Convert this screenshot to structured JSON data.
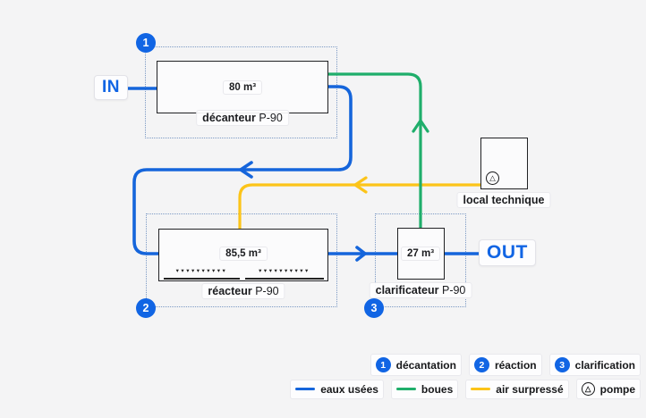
{
  "colors": {
    "water": "#1565db",
    "sludge": "#1fae6b",
    "air": "#fcc419",
    "badge": "#1165e4",
    "accent": "#1165e4",
    "zone_border": "#7b99c4"
  },
  "terminals": {
    "in": "IN",
    "out": "OUT"
  },
  "nodes": {
    "decanteur": {
      "volume": "80 m³",
      "name": "décanteur",
      "model": "P-90"
    },
    "reacteur": {
      "volume": "85,5 m³",
      "name": "réacteur",
      "model": "P-90",
      "diffusers": "▾▾▾▾▾▾▾▾▾▾"
    },
    "clarificateur": {
      "volume": "27 m³",
      "name": "clarificateur",
      "model": "P-90"
    },
    "local_technique": {
      "name": "local technique"
    }
  },
  "zones": [
    {
      "number": "1"
    },
    {
      "number": "2"
    },
    {
      "number": "3"
    }
  ],
  "legend": {
    "steps": [
      {
        "number": "1",
        "label": "décantation"
      },
      {
        "number": "2",
        "label": "réaction"
      },
      {
        "number": "3",
        "label": "clarification"
      }
    ],
    "lines": [
      {
        "label": "eaux usées",
        "color": "#1565db"
      },
      {
        "label": "boues",
        "color": "#1fae6b"
      },
      {
        "label": "air surpressé",
        "color": "#fcc419"
      },
      {
        "label": "pompe"
      }
    ]
  },
  "icons": {
    "pump": "△"
  }
}
